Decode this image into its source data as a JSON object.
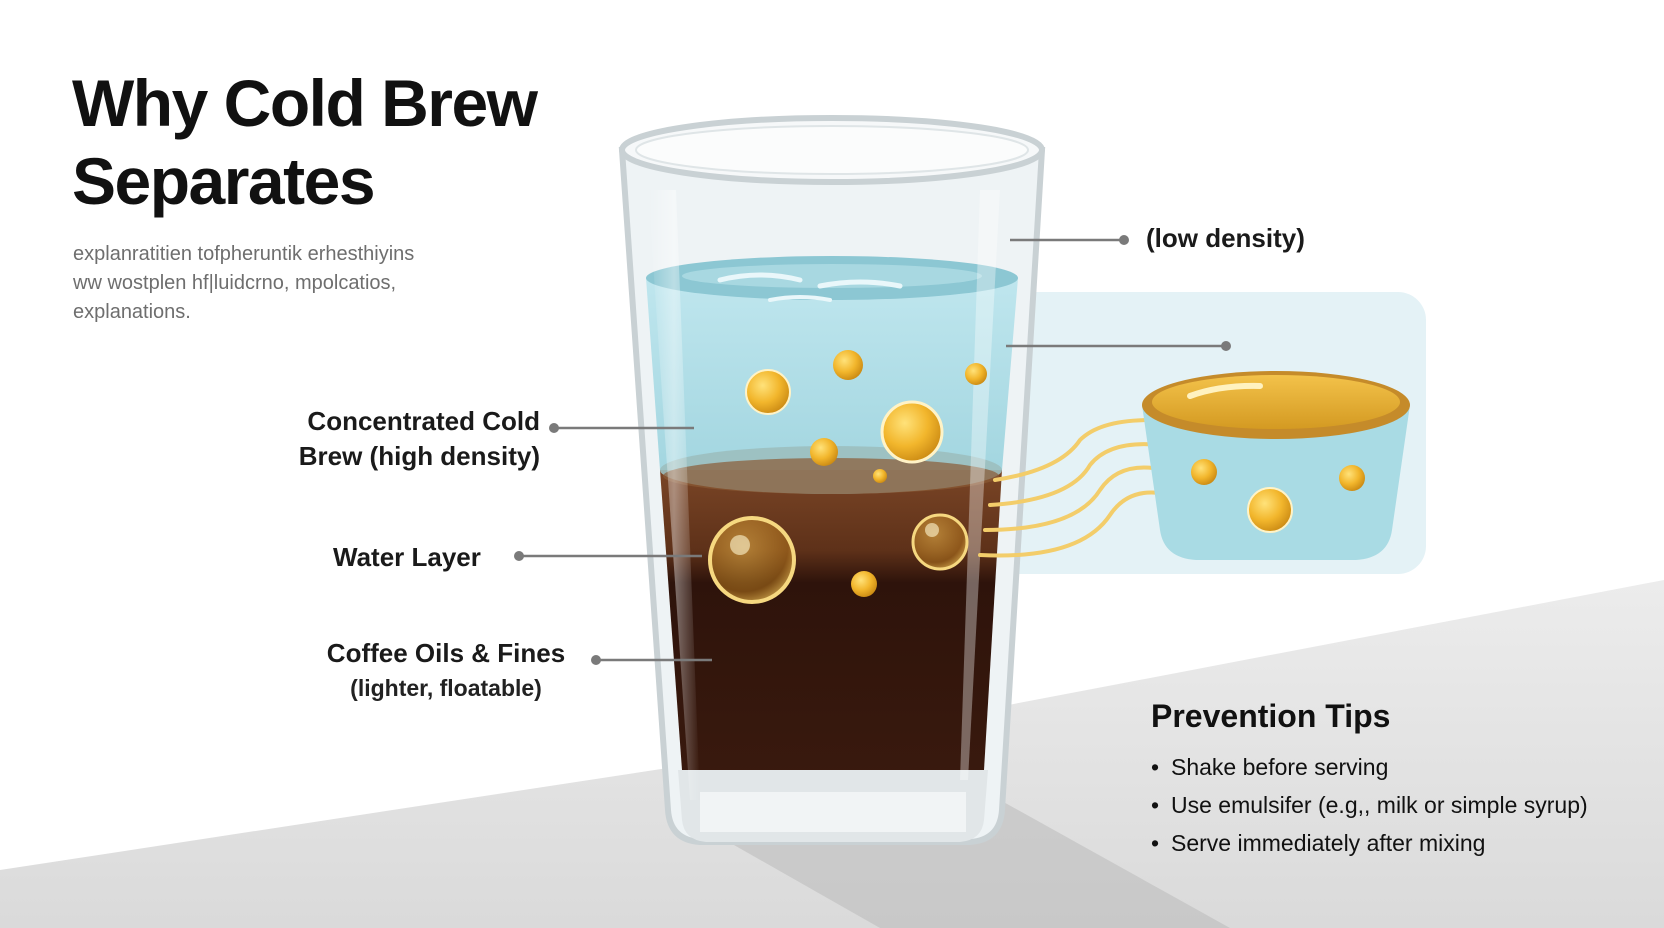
{
  "title": {
    "line1": "Why Cold Brew",
    "line2": "Separates"
  },
  "subtitle": {
    "line1": "explanratitien tofpheruntik erhesthiyins",
    "line2": "ww wostplen hf|luidcrno, mpolcatios,",
    "line3": "explanations."
  },
  "callouts": {
    "low_density": "(low density)",
    "concentrated": {
      "line1": "Concentrated Cold",
      "line2": "Brew (high density)"
    },
    "water_layer": "Water Layer",
    "oils": {
      "line1": "Coffee Oils & Fines",
      "line2": "(lighter, floatable)"
    }
  },
  "prevention": {
    "title": "Prevention Tips",
    "bullet": "•",
    "items": [
      "Shake before serving",
      "Use emulsifer (e.g,, milk or simple syrup)",
      "Serve immediately after mixing"
    ]
  },
  "colors": {
    "water": "#a9dbe4",
    "coffee_mid": "#6b3a1f",
    "coffee_dark": "#2a110a",
    "oil_droplet": "#f0b52a",
    "leader_line": "#7a7a7a",
    "text": "#111111"
  }
}
